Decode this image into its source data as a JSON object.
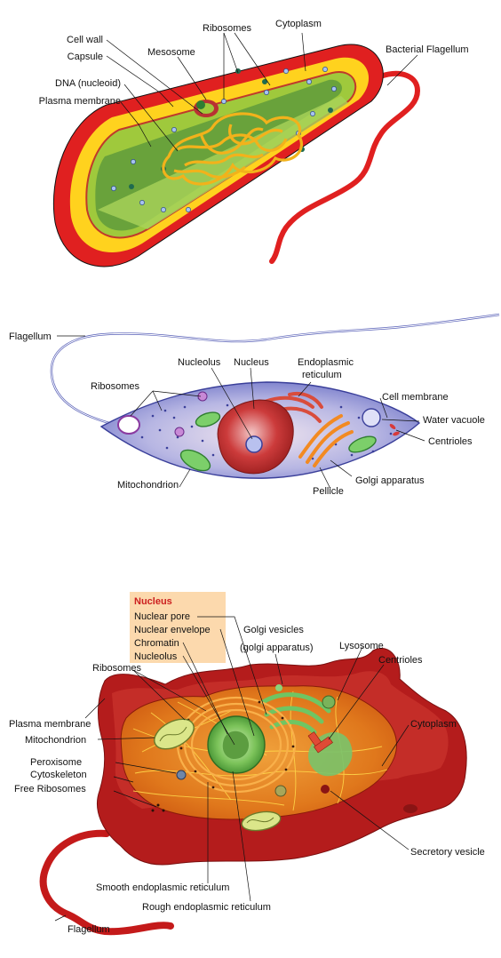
{
  "bacterium": {
    "labels": {
      "cell_wall": "Cell wall",
      "capsule": "Capsule",
      "dna": "DNA (nucleoid)",
      "plasma_membrane": "Plasma membrane",
      "mesosome": "Mesosome",
      "ribosomes": "Ribosomes",
      "cytoplasm": "Cytoplasm",
      "flagellum": "Bacterial Flagellum"
    }
  },
  "protist": {
    "labels": {
      "flagellum": "Flagellum",
      "ribosomes": "Ribosomes",
      "nucleolus": "Nucleolus",
      "nucleus": "Nucleus",
      "er_line1": "Endoplasmic",
      "er_line2": "reticulum",
      "cell_membrane": "Cell membrane",
      "water_vacuole": "Water vacuole",
      "centrioles": "Centrioles",
      "golgi": "Golgi apparatus",
      "pellicle": "Pellicle",
      "mitochondrion": "Mitochondrion"
    }
  },
  "animal": {
    "nucleus_box": {
      "title": "Nucleus",
      "items": [
        "Nuclear pore",
        "Nuclear envelope",
        "Chromatin",
        "Nucleolus"
      ]
    },
    "labels": {
      "golgi_line1": "Golgi vesicles",
      "golgi_line2": "(golgi apparatus)",
      "lysosome": "Lysosome",
      "centrioles": "Centrioles",
      "ribosomes": "Ribosomes",
      "plasma_membrane": "Plasma membrane",
      "mitochondrion": "Mitochondrion",
      "peroxisome": "Peroxisome",
      "cytoskeleton": "Cytoskeleton",
      "free_ribosomes": "Free Ribosomes",
      "cytoplasm": "Cytoplasm",
      "secretory_vesicle": "Secretory vesicle",
      "smooth_er": "Smooth endoplasmic reticulum",
      "rough_er": "Rough endoplasmic reticulum",
      "flagellum": "Flagellum"
    }
  },
  "colors": {
    "wall_red": "#e02020",
    "capsule_yellow": "#ffd21e",
    "cytoplasm_green": "#6aa84f",
    "dna_orange": "#f2b21b",
    "protist_blue": "#8f97d8",
    "nucleus_red": "#c63232",
    "animal_red": "#b41c1c",
    "animal_orange": "#e07a1e",
    "nucleus_box_bg": "#fcd9ad"
  }
}
